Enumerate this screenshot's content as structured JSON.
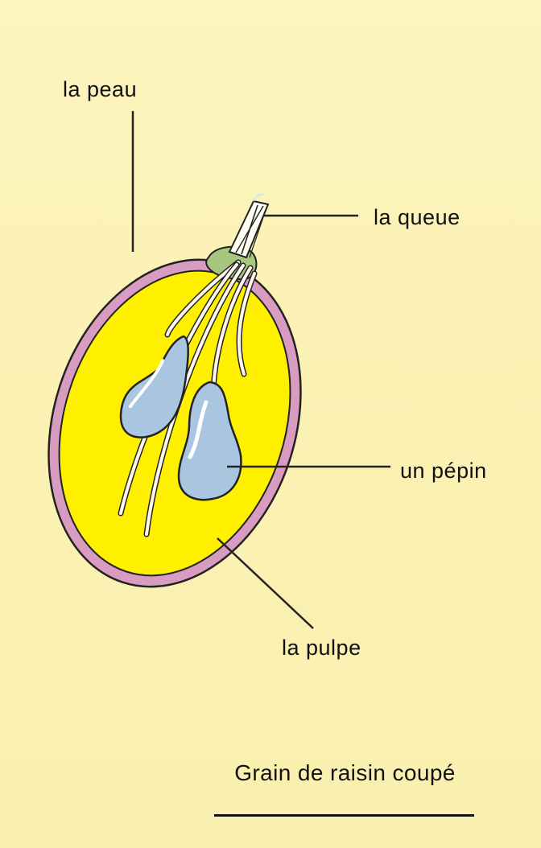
{
  "labels": {
    "skin": "la peau",
    "stem": "la queue",
    "seed": "un pépin",
    "pulp": "la pulpe"
  },
  "caption": "Grain de raisin coupé",
  "colors": {
    "background": "#fbf2b5",
    "pulp": "#fff000",
    "skin": "#d89cc0",
    "seed": "#a9c5e0",
    "stem_base": "#a8c77e"
  }
}
